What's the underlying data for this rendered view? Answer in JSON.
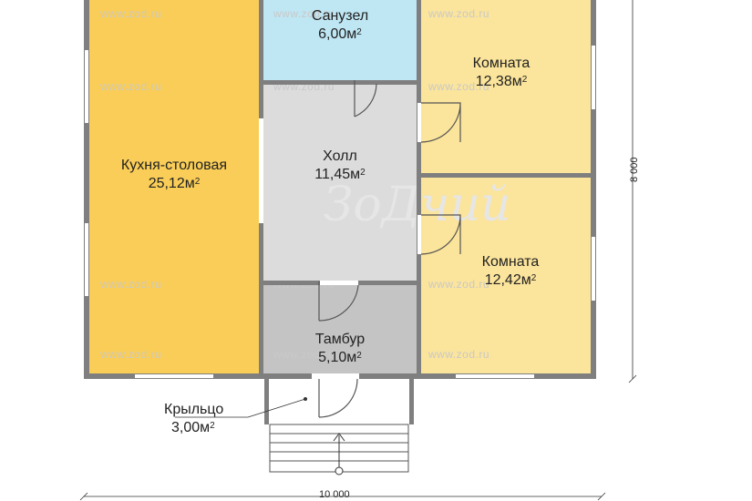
{
  "watermark": "www.zod.ru",
  "watermark_logo": "ЗоДчий",
  "rooms": [
    {
      "id": "kitchen",
      "name": "Кухня-столовая",
      "area": "25,12м",
      "sup": "2",
      "color": "#f9cd57"
    },
    {
      "id": "bathroom",
      "name": "Санузел",
      "area": "6,00м",
      "sup": "2",
      "color": "#bfe6f3"
    },
    {
      "id": "room1",
      "name": "Комната",
      "area": "12,38м",
      "sup": "2",
      "color": "#fbe49b"
    },
    {
      "id": "hall",
      "name": "Холл",
      "area": "11,45м",
      "sup": "2",
      "color": "#dcdcdc"
    },
    {
      "id": "room2",
      "name": "Комната",
      "area": "12,42м",
      "sup": "2",
      "color": "#fbe49b"
    },
    {
      "id": "vestibule",
      "name": "Тамбур",
      "area": "5,10м",
      "sup": "2",
      "color": "#c4c4c4"
    },
    {
      "id": "porch",
      "name": "Крыльцо",
      "area": "3,00м",
      "sup": "2",
      "color": "#ffffff"
    }
  ],
  "dimensions": {
    "width": "10 000",
    "height": "8 000"
  }
}
